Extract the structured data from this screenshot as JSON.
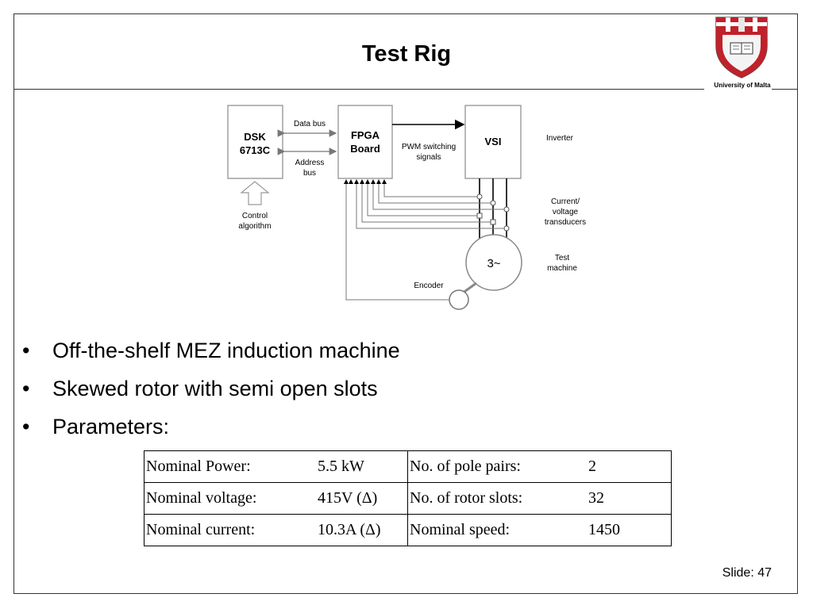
{
  "slide": {
    "title": "Test Rig",
    "logo_caption": "University of Malta",
    "number": "Slide: 47"
  },
  "diagram": {
    "dsk_line1": "DSK",
    "dsk_line2": "6713C",
    "fpga_line1": "FPGA",
    "fpga_line2": "Board",
    "vsi": "VSI",
    "data_bus": "Data bus",
    "address_bus_line1": "Address",
    "address_bus_line2": "bus",
    "pwm_line1": "PWM switching",
    "pwm_line2": "signals",
    "inverter": "Inverter",
    "transducers_line1": "Current/",
    "transducers_line2": "voltage",
    "transducers_line3": "transducers",
    "motor_symbol": "3~",
    "test_machine_line1": "Test",
    "test_machine_line2": "machine",
    "encoder": "Encoder",
    "control_line1": "Control",
    "control_line2": "algorithm"
  },
  "bullets": [
    "Off-the-shelf MEZ induction machine",
    "Skewed rotor with semi open slots",
    "Parameters:"
  ],
  "params_table": [
    [
      "Nominal Power:",
      "5.5 kW",
      "No. of pole pairs:",
      "2"
    ],
    [
      "Nominal voltage:",
      "415V (Δ)",
      "No. of rotor slots:",
      "32"
    ],
    [
      "Nominal current:",
      "10.3A (Δ)",
      "Nominal speed:",
      "1450"
    ]
  ]
}
